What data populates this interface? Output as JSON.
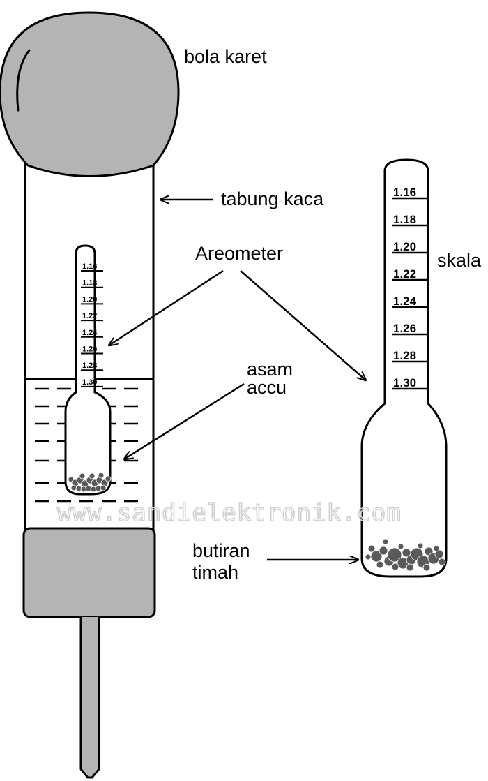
{
  "labels": {
    "bulb": "bola karet",
    "tube": "tabung kaca",
    "areometer": "Areometer",
    "acid_line1": "asam",
    "acid_line2": "accu",
    "scale": "skala",
    "pellets_line1": "butiran",
    "pellets_line2": "timah"
  },
  "scale_values": [
    "1.16",
    "1.18",
    "1.20",
    "1.22",
    "1.24",
    "1.26",
    "1.28",
    "1.30"
  ],
  "watermark": "www.sandielektronik.com",
  "colors": {
    "rubber": "#b4b4b4",
    "lead": "#5a5a5a",
    "outline": "#000000",
    "watermark": "#cfcfcf"
  }
}
